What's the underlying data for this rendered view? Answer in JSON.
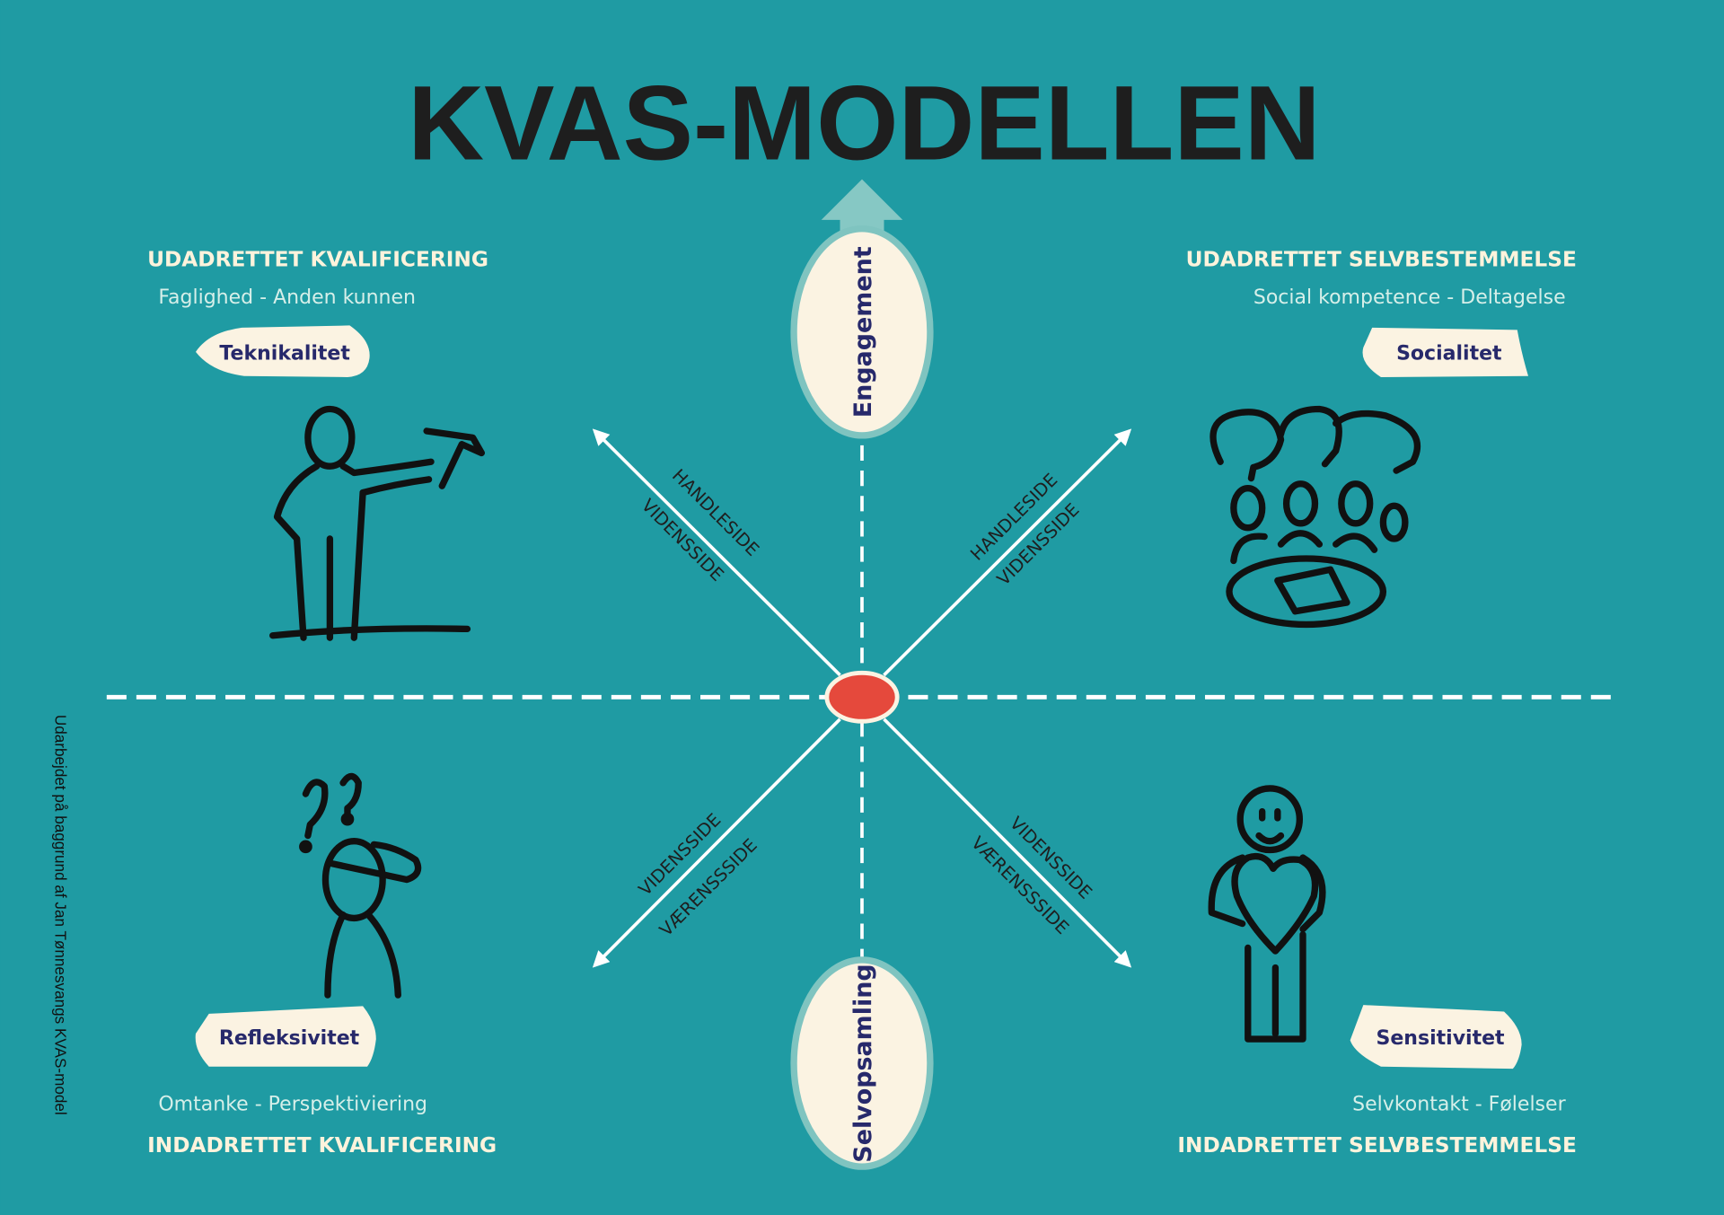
{
  "title": "KVAS-MODELLEN",
  "colors": {
    "background": "#1f9ba3",
    "cream": "#fbf3e2",
    "accent_red": "#e5493c",
    "badge_text": "#27296b",
    "arrow": "#86c8c4"
  },
  "vertical_axis": {
    "top": "Engagement",
    "bottom": "Selvopsamling"
  },
  "diagonals": {
    "upper_left": [
      "HANDLESIDE",
      "VIDENSSIDE"
    ],
    "upper_right": [
      "HANDLESIDE",
      "VIDENSSIDE"
    ],
    "lower_left": [
      "VIDENSSIDE",
      "VÆRENSSSIDE"
    ],
    "lower_right": [
      "VIDENSSIDE",
      "VÆRENSSSIDE"
    ]
  },
  "quadrants": {
    "top_left": {
      "heading": "UDADRETTET KVALIFICERING",
      "subtitle": "Faglighed - Anden kunnen",
      "badge": "Teknikalitet",
      "icon": "person-with-hammer-icon"
    },
    "top_right": {
      "heading": "UDADRETTET SELVBESTEMMELSE",
      "subtitle": "Social kompetence - Deltagelse",
      "badge": "Socialitet",
      "icon": "group-meeting-icon"
    },
    "bottom_left": {
      "heading": "INDADRETTET KVALIFICERING",
      "subtitle": "Omtanke - Perspektiviering",
      "badge": "Refleksivitet",
      "icon": "thinking-person-icon"
    },
    "bottom_right": {
      "heading": "INDADRETTET SELVBESTEMMELSE",
      "subtitle": "Selvkontakt - Følelser",
      "badge": "Sensitivitet",
      "icon": "person-hugging-heart-icon"
    }
  },
  "side_note": "Udarbejdet på baggrund af Jan Tønnesvangs KVAS-model"
}
